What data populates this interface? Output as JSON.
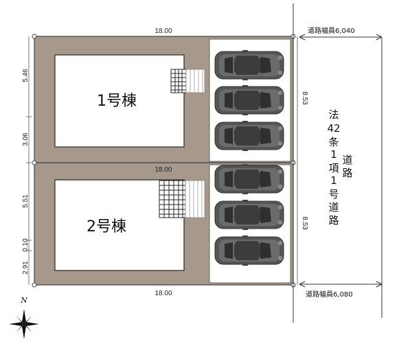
{
  "colors": {
    "lot_fill": "#a7988c",
    "building_fill": "#ffffff",
    "parking_fill": "#ffffff",
    "line": "#444444",
    "car_body": "#555555"
  },
  "lot1": {
    "building_label": "1号棟",
    "width_dim": "18.00",
    "depth_dim_upper": "5.46",
    "depth_dim_lower": "3.06",
    "parking_dim": "8.53"
  },
  "lot2": {
    "building_label": "2号棟",
    "width_dim": "18.00",
    "depth_dim_upper": "5.51",
    "depth_dim_mid": "0.10",
    "depth_dim_lower": "2.91",
    "parking_dim": "8.53"
  },
  "bottom_width_dim": "18.00",
  "road": {
    "label_col1": [
      "法",
      "42",
      "条",
      "1",
      "項",
      "1",
      "号",
      "道",
      "路"
    ],
    "label_col2": [
      "道",
      "路"
    ],
    "width_top": "道路幅員6,040",
    "width_bottom": "道路幅員6,080"
  },
  "north_label": "N",
  "icons": [
    "car-icon",
    "stairs-icon",
    "north-arrow-icon"
  ]
}
